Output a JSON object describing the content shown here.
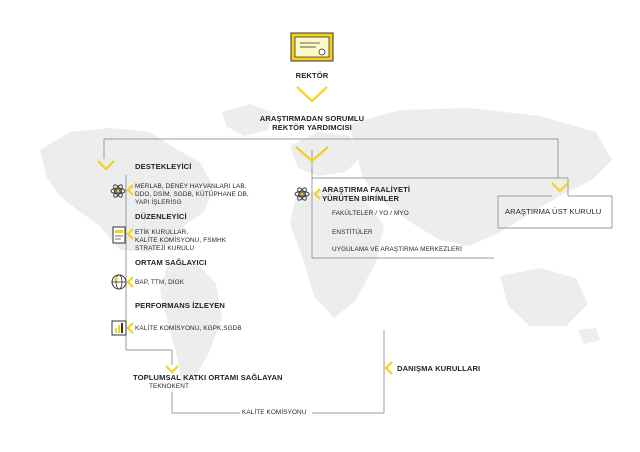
{
  "nodes": {
    "rektor": "REKTÖR",
    "vice_rector_line1": "ARAŞTIRMADAN SORUMLU",
    "vice_rector_line2": "REKTÖR YARDIMCISI",
    "destekleyici": "DESTEKLEYİCİ",
    "destekleyici_items": [
      "MERLAB, DENEY HAYVANLARI LAB.",
      "DDO, DSİM, SGDB, KÜTÜPHANE DB,",
      "YAPI İŞLERİSG"
    ],
    "duzenleyici": "DÜZENLEYİCİ",
    "duzenleyici_items": [
      "ETİK KURULLAR,",
      "KALİTE KOMİSYONU, FSMHK",
      "STRATEJİ KURULU"
    ],
    "ortam": "ORTAM SAĞLAYICI",
    "ortam_items": "BAP, TTM, DİGK",
    "performans": "PERFORMANS İZLEYEN",
    "performans_items": "KALİTE KOMİSYONU, KGPK,SGDB",
    "toplumsal": "TOPLUMSAL KATKI ORTAMI SAĞLAYAN",
    "teknokent": "TEKNOKENT",
    "kalite": "KALİTE KOMİSYONU",
    "faaliyet_line1": "ARAŞTIRMA FAALİYETİ",
    "faaliyet_line2": "YÜRÜTEN BİRİMLER",
    "fakulteler": "FAKÜLTELER / YO / MYO",
    "enstituler": "ENSTİTÜLER",
    "merkezler": "UYGULAMA VE ARAŞTIRMA MERKEZLERİ",
    "ust_kurul": "ARAŞTIRMA ÜST KURULU",
    "danisma": "DANIŞMA KURULLARI"
  },
  "icons": {
    "rektor": "certificate-icon",
    "destekleyici": "atom-icon",
    "duzenleyici": "document-icon",
    "ortam": "globe-icon",
    "performans": "chart-icon",
    "faaliyet": "atom-icon"
  },
  "colors": {
    "accent": "#f2d21b",
    "line": "#9b9b9b",
    "text": "#1f2329",
    "map": "#eceeee"
  }
}
